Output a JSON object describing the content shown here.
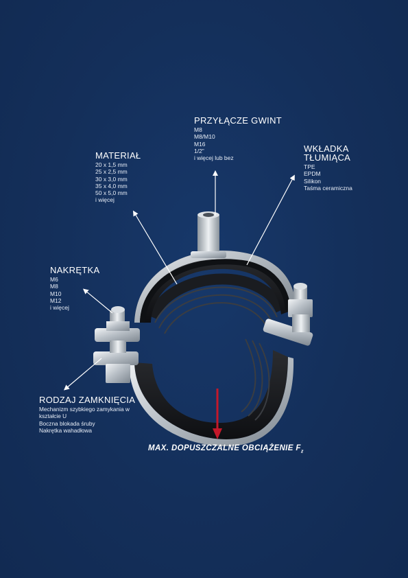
{
  "labels": {
    "material": {
      "title": "MATERIAŁ",
      "items": [
        "20 x 1,5 mm",
        "25 x 2,5 mm",
        "30 x 3,0 mm",
        "35 x 4,0 mm",
        "50 x 5,0 mm",
        "i więcej"
      ]
    },
    "thread": {
      "title": "PRZYŁĄCZE GWINT",
      "items": [
        "M8",
        "M8/M10",
        "M16",
        "1/2”",
        "i więcej lub bez"
      ]
    },
    "insert": {
      "title_line1": "WKŁADKA",
      "title_line2": "TŁUMIĄCA",
      "items": [
        "TPE",
        "EPDM",
        "Silikon",
        "Taśma ceramiczna"
      ]
    },
    "nut": {
      "title": "NAKRĘTKA",
      "items": [
        "M6",
        "M8",
        "M10",
        "M12",
        "i więcej"
      ]
    },
    "closure": {
      "title": "RODZAJ ZAMKNIĘCIA",
      "items": [
        "Mechanizm szybkiego zamykania w",
        "kształcie U",
        "Boczna blokada śruby",
        "Nakrętka wahadłowa"
      ]
    }
  },
  "max_load": {
    "text": "MAX. DOPUSZCZALNE OBCIĄŻENIE F",
    "subscript": "z"
  },
  "colors": {
    "background": "#13305a",
    "arrow_load": "#c4182a",
    "pointer": "#ffffff"
  }
}
